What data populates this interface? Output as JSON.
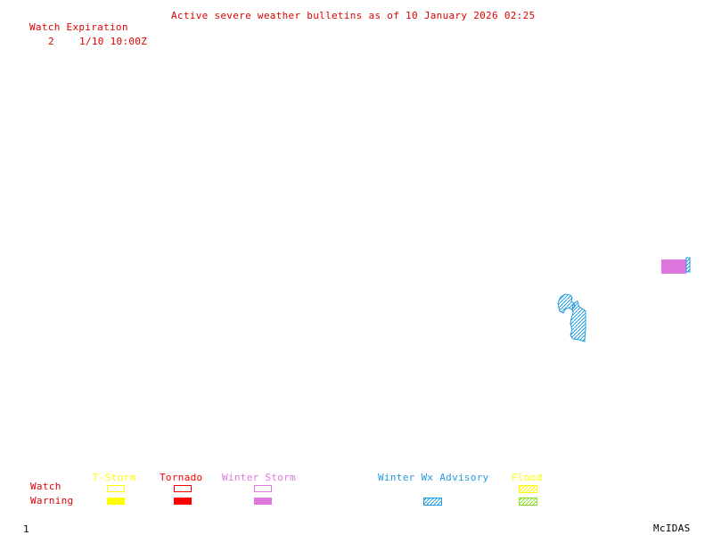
{
  "header": {
    "title": "Active severe weather bulletins as of 10 January 2026 02:25"
  },
  "watch_table": {
    "heading": "Watch Expiration",
    "rows": [
      {
        "watch": "2",
        "expiration": "1/10 10:00Z"
      }
    ]
  },
  "legend": {
    "row_labels": {
      "watch": "Watch",
      "warning": "Warning"
    },
    "categories": [
      {
        "label": "T-Storm",
        "color": "#ffff00",
        "watch": "outline",
        "warning": "filled"
      },
      {
        "label": "Tornado",
        "color": "#ff0000",
        "watch": "outline",
        "warning": "filled"
      },
      {
        "label": "Winter Storm",
        "color": "#dd77dd",
        "watch": "outline",
        "warning": "filled"
      },
      {
        "label": "Winter Wx Advisory",
        "color": "#1e9be0",
        "watch": "none",
        "warning": "hatched"
      },
      {
        "label": "Flood",
        "color": "#ffff00",
        "warning_color": "#88dd22",
        "watch": "hatched",
        "warning": "hatched"
      }
    ]
  },
  "footer": {
    "frame_number": "1",
    "software": "McIDAS"
  },
  "map_features": [
    {
      "type": "winter-storm-warning",
      "color": "#dd77dd"
    },
    {
      "type": "winter-wx-advisory",
      "color": "#1e9be0"
    }
  ]
}
